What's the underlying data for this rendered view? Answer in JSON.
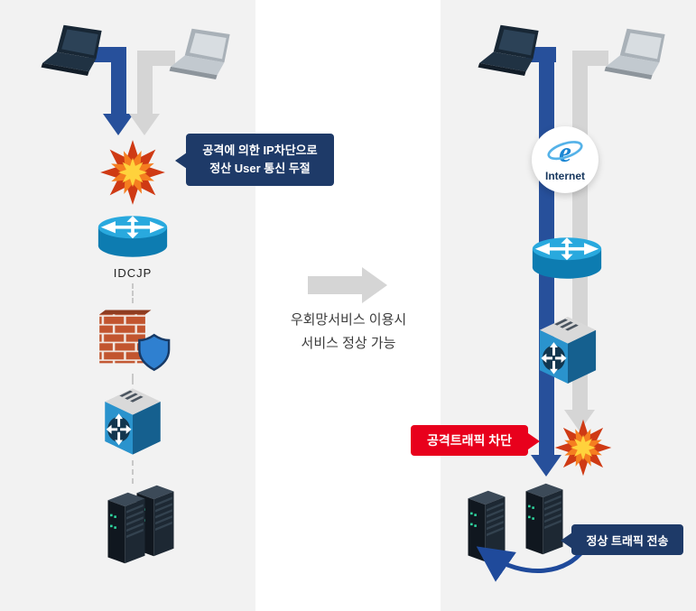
{
  "left": {
    "callout_attack": {
      "line1": "공격에 의한 IP차단으로",
      "line2": "정산 User 통신 두절"
    },
    "router_label": "IDCJP"
  },
  "middle": {
    "caption_line1": "우회망서비스 이용시",
    "caption_line2": "서비스 정상 가능"
  },
  "right": {
    "internet_label": "Internet",
    "callout_block_label": "공격트래픽 차단",
    "callout_normal_label": "정상 트래픽 전송"
  },
  "colors": {
    "panel_bg": "#f2f2f2",
    "flow_blue": "#27509b",
    "flow_gray": "#d5d5d5",
    "callout_navy": "#1e3a68",
    "callout_red": "#e8001c",
    "device_blue": "#29a9de"
  },
  "icons": [
    "laptop-icon",
    "explosion-icon",
    "router-icon",
    "firewall-shield-icon",
    "switch-icon",
    "server-rack-icon",
    "internet-explorer-icon",
    "right-arrow-icon",
    "curved-arrow-icon"
  ]
}
